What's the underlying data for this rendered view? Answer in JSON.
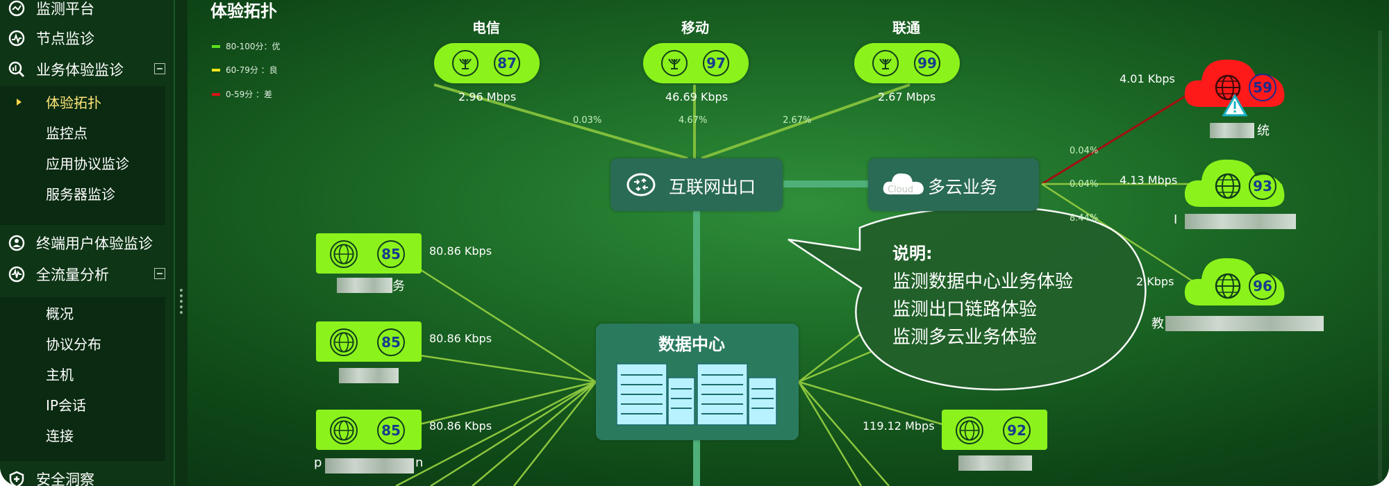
{
  "sidebar": {
    "groups": [
      {
        "label": "监测平台",
        "icon": "monitor-platform-icon"
      },
      {
        "label": "节点监诊",
        "icon": "pulse-icon"
      },
      {
        "label": "业务体验监诊",
        "icon": "magnifier-chart-icon"
      },
      {
        "label": "终端用户体验监诊",
        "icon": "terminal-user-icon"
      },
      {
        "label": "全流量分析",
        "icon": "waveform-icon"
      },
      {
        "label": "安全洞察",
        "icon": "shield-plus-icon"
      }
    ],
    "sub_experience": [
      "体验拓扑",
      "监控点",
      "应用协议监诊",
      "服务器监诊"
    ],
    "sub_traffic": [
      "概况",
      "协议分布",
      "主机",
      "IP会话",
      "连接"
    ],
    "active_item": "体验拓扑"
  },
  "page_title": "体验拓扑",
  "legend": [
    {
      "label": "80-100分：优",
      "color": "#5de21f"
    },
    {
      "label": "60-79分 ：良",
      "color": "#f2e51a"
    },
    {
      "label": "0-59分  ：差",
      "color": "#d8141a"
    }
  ],
  "isps": [
    {
      "name": "电信",
      "score": "87",
      "rate": "2.96 Mbps",
      "pct": "0.03%"
    },
    {
      "name": "移动",
      "score": "97",
      "rate": "46.69 Kbps",
      "pct": "4.67%"
    },
    {
      "name": "联通",
      "score": "99",
      "rate": "2.67 Mbps",
      "pct": "2.67%"
    }
  ],
  "internet_exit": {
    "label": "互联网出口"
  },
  "multi_cloud": {
    "label": "多云业务",
    "cloud_word": "Cloud"
  },
  "datacenter": {
    "label": "数据中心"
  },
  "clouds": [
    {
      "score": "59",
      "rate": "4.01 Kbps",
      "pct": "0.04%",
      "name_suffix": "统",
      "status": "bad"
    },
    {
      "score": "93",
      "rate": "4.13 Mbps",
      "pct": "0.04%",
      "name_prefix": "Ⅰ",
      "status": "good"
    },
    {
      "score": "96",
      "rate": "2 Kbps",
      "pct": "8.44%",
      "name_prefix": "教",
      "status": "good"
    }
  ],
  "left_nodes": [
    {
      "score": "85",
      "rate": "80.86 Kbps",
      "name_suffix": "务"
    },
    {
      "score": "85",
      "rate": "80.86 Kbps"
    },
    {
      "score": "85",
      "rate": "80.86 Kbps",
      "name_prefix": "p",
      "name_suffix": "n"
    }
  ],
  "right_node": {
    "score": "92",
    "rate": "119.12 Mbps"
  },
  "callout": {
    "title": "说明:",
    "lines": [
      "监测数据中心业务体验",
      "监测出口链路体验",
      "监测多云业务体验"
    ]
  },
  "colors": {
    "good": "#8cf21c",
    "bad": "#ff1a1a",
    "link": "#8bc63e"
  }
}
